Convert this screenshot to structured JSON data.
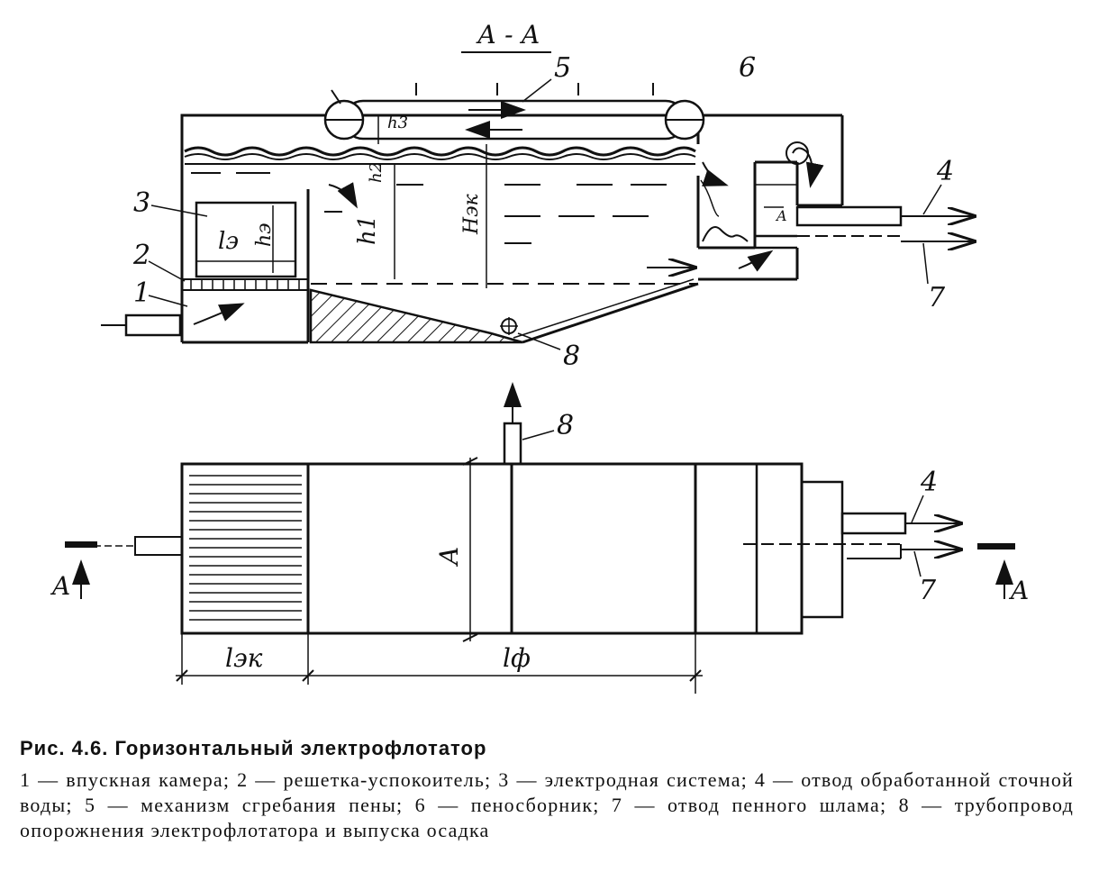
{
  "section_label": "А - А",
  "dims": {
    "h3": "h3",
    "h2": "h2",
    "h1": "h1",
    "Hek": "Hэк",
    "le": "lэ",
    "he": "hэ",
    "A": "A",
    "lek": "lэк",
    "lf": "lф"
  },
  "parts": {
    "p1": "1",
    "p2": "2",
    "p3": "3",
    "p4": "4",
    "p5": "5",
    "p6": "6",
    "p7": "7",
    "p8": "8"
  },
  "plan_marker": "A",
  "caption": {
    "title": "Рис. 4.6. Горизонтальный электрофлотатор",
    "body": "1 — впускная камера; 2 — решетка-успокоитель; 3 — электродная система; 4 — отвод обработанной сточной воды; 5 — механизм сгребания пены; 6 — пеносборник; 7 — отвод пенного шлама; 8 — трубопровод опорожнения электрофлотатора и выпуска осадка"
  }
}
